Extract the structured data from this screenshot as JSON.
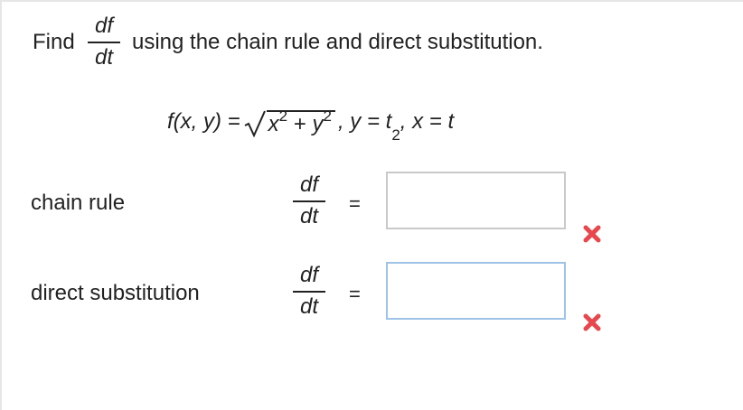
{
  "prompt": {
    "find_label": "Find",
    "frac_num": "df",
    "frac_den": "dt",
    "instruction": "using the chain rule and direct substitution."
  },
  "equation": {
    "lhs": "f(x, y) =",
    "radicand_x": "x",
    "radicand_plus": "+",
    "radicand_y": "y",
    "exponent": "2",
    "tail": ", y = t",
    "tail_exp": "2",
    "tail_end": ", x = t"
  },
  "rows": [
    {
      "label": "chain rule",
      "frac_num": "df",
      "frac_den": "dt",
      "equals": "=",
      "value": "",
      "status_icon": "incorrect-x-icon",
      "status_color": "#e8474c"
    },
    {
      "label": "direct substitution",
      "frac_num": "df",
      "frac_den": "dt",
      "equals": "=",
      "value": "",
      "status_icon": "incorrect-x-icon",
      "status_color": "#e8474c"
    }
  ],
  "colors": {
    "text": "#222222",
    "input_border": "#c9c9c9",
    "input_border_focus": "#9fc3e6",
    "error": "#e8474c"
  }
}
